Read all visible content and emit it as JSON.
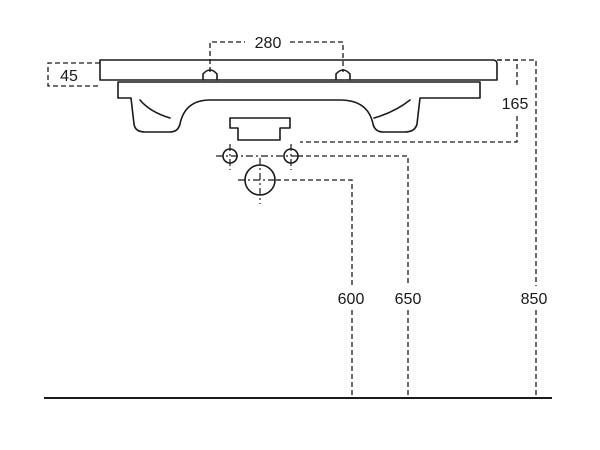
{
  "diagram": {
    "dimensions": {
      "tap_spacing": "280",
      "rim_thickness": "45",
      "basin_depth": "165",
      "drain_height": "600",
      "supply_height": "650",
      "rim_height": "850"
    }
  }
}
